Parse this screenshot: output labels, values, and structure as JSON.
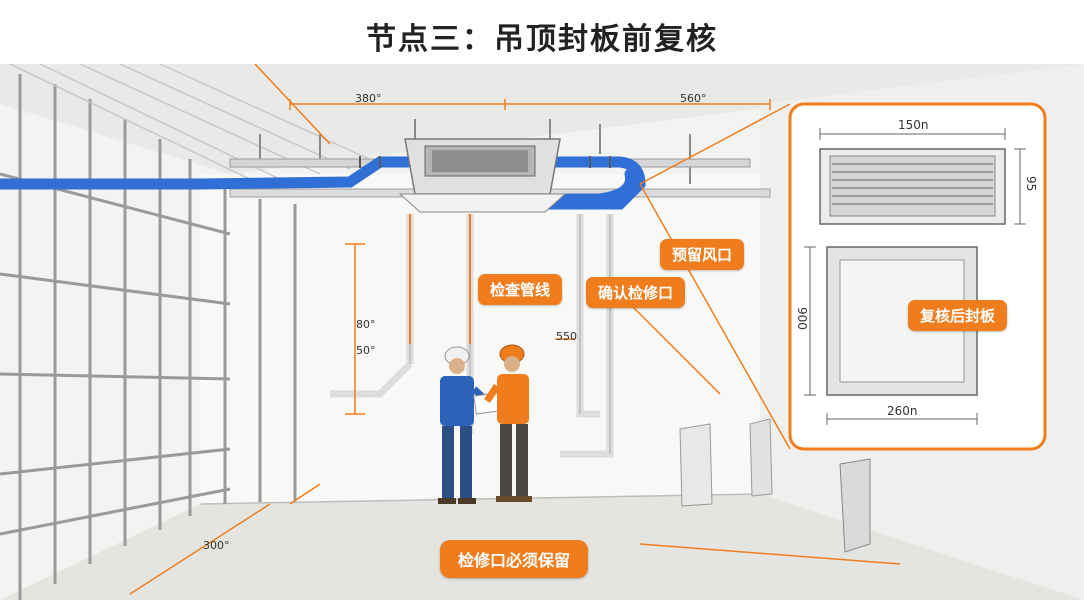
{
  "title": "节点三：吊顶封板前复核",
  "callouts": {
    "check_pipes": "检查管线",
    "confirm_access": "确认检修口",
    "reserve_vent": "预留风口",
    "recheck_board": "复核后封板",
    "keep_access": "检修口必须保留"
  },
  "dimensions": {
    "ceiling_left": "380°",
    "ceiling_right": "560°",
    "wall_upper": "80°",
    "wall_lower": "50°",
    "pipe_mark": "550",
    "floor": "300°",
    "inset_vent_width": "150n",
    "inset_vent_height": "95",
    "inset_access_height": "900",
    "inset_access_width": "260n"
  },
  "colors": {
    "accent": "#f07d1d",
    "pipe_blue": "#2f6fd6",
    "vest_blue": "#2b63b8",
    "vest_orange": "#f07d1d"
  }
}
